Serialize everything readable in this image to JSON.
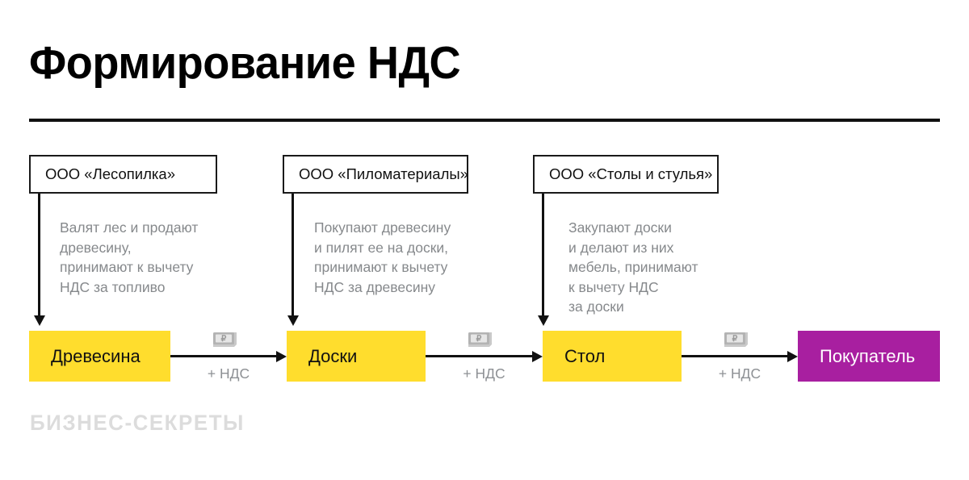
{
  "header": {
    "title": "Формирование НДС"
  },
  "companies": [
    {
      "name": "ООО «Лесопилка»"
    },
    {
      "name": "ООО «Пиломатериалы»"
    },
    {
      "name": "ООО «Столы и стулья»"
    }
  ],
  "descriptions": [
    "Валят лес и продают\nдревесину,\nпринимают к вычету\nНДС за топливо",
    "Покупают древесину\nи пилят ее на доски,\nпринимают к вычету\nНДС за древесину",
    "Закупают доски\nи делают из них\nмебель, принимают\nк вычету НДС\nза доски"
  ],
  "flow": {
    "nodes": [
      {
        "label": "Древесина",
        "kind": "product",
        "color": "#ffdd2d"
      },
      {
        "label": "Доски",
        "kind": "product",
        "color": "#ffdd2d"
      },
      {
        "label": "Стол",
        "kind": "product",
        "color": "#ffdd2d"
      },
      {
        "label": "Покупатель",
        "kind": "buyer",
        "color": "#a81fa0"
      }
    ],
    "links": [
      {
        "caption": "+ НДС",
        "icon": "ruble-banknote-icon"
      },
      {
        "caption": "+ НДС",
        "icon": "ruble-banknote-icon"
      },
      {
        "caption": "+ НДС",
        "icon": "ruble-banknote-icon"
      }
    ]
  },
  "footer": {
    "watermark": "БИЗНЕС-СЕКРЕТЫ"
  },
  "colors": {
    "accent_yellow": "#ffdd2d",
    "accent_purple": "#a81fa0",
    "ink": "#111111",
    "muted_text": "#86898c",
    "watermark_gray": "#dcdcdc",
    "background": "#ffffff"
  }
}
